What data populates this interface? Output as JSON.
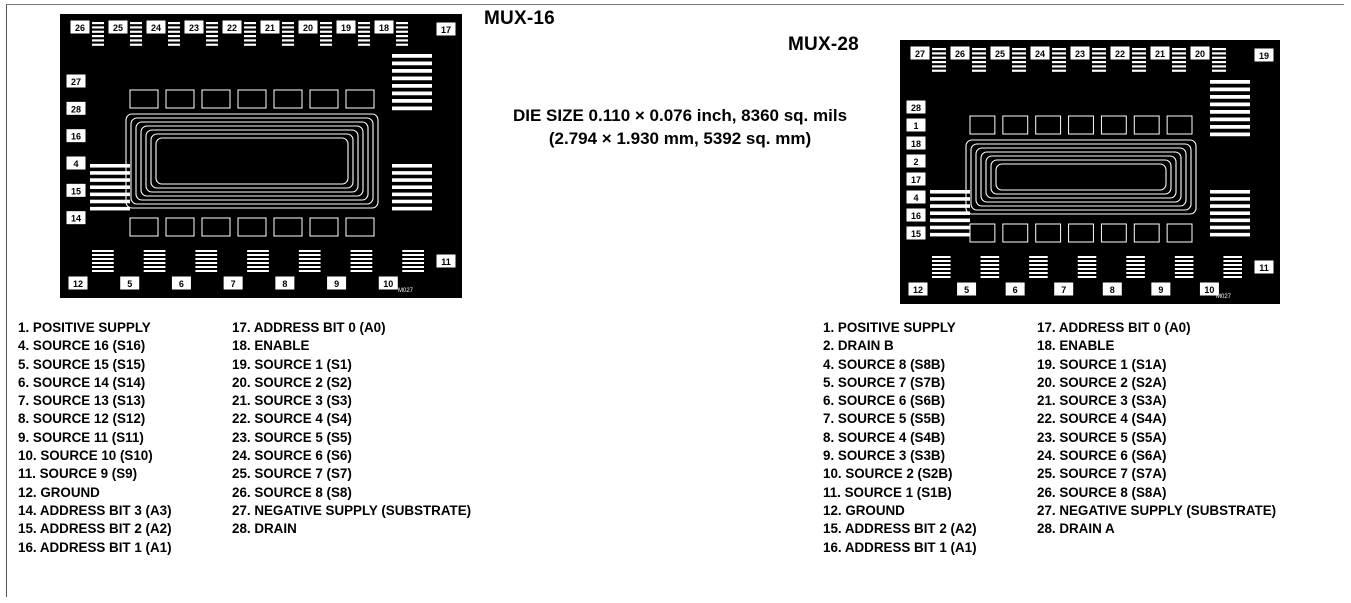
{
  "mux16": {
    "title": "MUX-16",
    "die_label": "M027",
    "pads": [
      "26",
      "25",
      "24",
      "23",
      "22",
      "21",
      "20",
      "19",
      "18",
      "17",
      "27",
      "28",
      "16",
      "4",
      "15",
      "14",
      "12",
      "5",
      "6",
      "7",
      "8",
      "9",
      "10",
      "11"
    ],
    "pins_left": [
      "1. POSITIVE SUPPLY",
      "4. SOURCE 16 (S16)",
      "5. SOURCE 15 (S15)",
      "6. SOURCE 14 (S14)",
      "7. SOURCE 13 (S13)",
      "8. SOURCE 12 (S12)",
      "9. SOURCE 11 (S11)",
      "10. SOURCE 10 (S10)",
      "11. SOURCE 9 (S9)",
      "12. GROUND",
      "14. ADDRESS BIT 3 (A3)",
      "15. ADDRESS BIT 2 (A2)",
      "16. ADDRESS BIT 1 (A1)"
    ],
    "pins_right": [
      "17. ADDRESS BIT 0 (A0)",
      "18. ENABLE",
      "19. SOURCE 1 (S1)",
      "20. SOURCE 2 (S2)",
      "21. SOURCE 3 (S3)",
      "22. SOURCE 4 (S4)",
      "23. SOURCE 5 (S5)",
      "24. SOURCE 6 (S6)",
      "25. SOURCE 7 (S7)",
      "26. SOURCE 8 (S8)",
      "27. NEGATIVE SUPPLY (SUBSTRATE)",
      "28. DRAIN"
    ]
  },
  "mux28": {
    "title": "MUX-28",
    "die_label": "M027",
    "pads": [
      "27",
      "26",
      "25",
      "24",
      "23",
      "22",
      "21",
      "20",
      "19",
      "28",
      "1",
      "18",
      "2",
      "17",
      "4",
      "16",
      "15",
      "12",
      "5",
      "6",
      "7",
      "8",
      "9",
      "10",
      "11"
    ],
    "pins_left": [
      "1. POSITIVE SUPPLY",
      "2. DRAIN B",
      "4. SOURCE 8 (S8B)",
      "5. SOURCE 7 (S7B)",
      "6. SOURCE 6 (S6B)",
      "7. SOURCE 5 (S5B)",
      "8. SOURCE 4 (S4B)",
      "9. SOURCE 3 (S3B)",
      "10. SOURCE 2 (S2B)",
      "11. SOURCE 1 (S1B)",
      "12. GROUND",
      "15. ADDRESS BIT 2 (A2)",
      "16. ADDRESS BIT 1 (A1)"
    ],
    "pins_right": [
      "17. ADDRESS BIT 0 (A0)",
      "18. ENABLE",
      "19. SOURCE 1 (S1A)",
      "20. SOURCE 2 (S2A)",
      "21. SOURCE 3 (S3A)",
      "22. SOURCE 4 (S4A)",
      "23. SOURCE 5 (S5A)",
      "24. SOURCE 6 (S6A)",
      "25. SOURCE 7 (S7A)",
      "26. SOURCE 8 (S8A)",
      "27. NEGATIVE SUPPLY (SUBSTRATE)",
      "28. DRAIN A"
    ]
  },
  "die_size": {
    "line1": "DIE SIZE 0.110 × 0.076 inch, 8360 sq. mils",
    "line2": "(2.794 × 1.930 mm, 5392 sq. mm)"
  }
}
